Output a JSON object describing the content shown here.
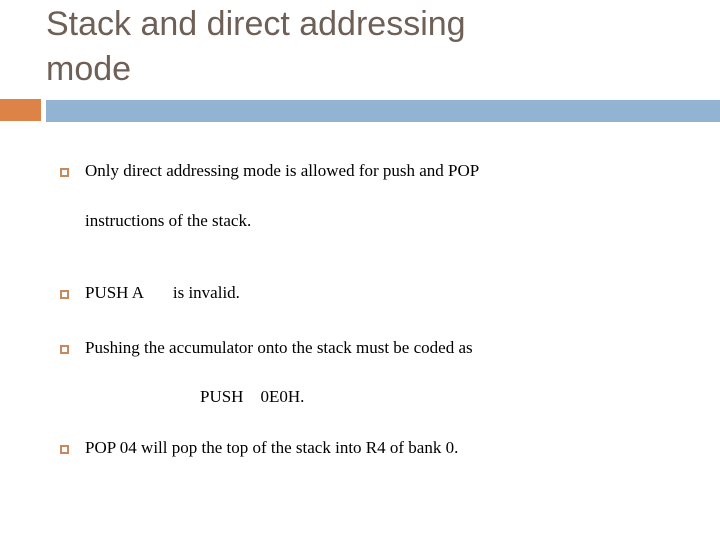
{
  "slide": {
    "title_lines": [
      "Stack and direct addressing",
      "mode"
    ],
    "title_color": "#6E5F57",
    "background_color": "#FFFFFF"
  },
  "divider": {
    "accent_color": "#DD8347",
    "bar_color": "#92B3D2"
  },
  "bullets": {
    "marker_color": "#C8895E",
    "items": [
      {
        "text": "Only direct addressing mode is allowed for push and POP",
        "continuation": "instructions of the stack."
      },
      {
        "text": "PUSH A       is invalid."
      },
      {
        "text": "Pushing the accumulator onto the stack must be coded as",
        "code": "PUSH    0E0H."
      },
      {
        "text": "POP 04 will pop the top of the stack into R4 of bank 0."
      }
    ]
  }
}
